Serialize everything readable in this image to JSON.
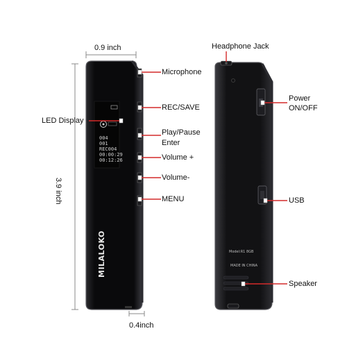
{
  "dimensions": {
    "width": "0.9 inch",
    "height": "3.9 inch",
    "depth": "0.4inch"
  },
  "callouts": {
    "microphone": "Microphone",
    "rec_save": "REC/SAVE",
    "led_display": "LED Display",
    "play_pause_enter": [
      "Play/Pause",
      "Enter"
    ],
    "volume_up": "Volume +",
    "volume_down": "Volume-",
    "menu": "MENU",
    "headphone_jack": "Headphone Jack",
    "power": [
      "Power",
      "ON/OFF"
    ],
    "usb": "USB",
    "speaker": "Speaker"
  },
  "device_front": {
    "brand": "MILALOKO",
    "screen_lines": [
      "004",
      "001",
      "REC004",
      "00:00:29",
      "00:12:26"
    ]
  },
  "device_back": {
    "model_text": "Model:R1  8GB",
    "origin_text": "MADE IN CHINA"
  },
  "colors": {
    "device_body": "#0c0c0e",
    "device_edge": "#5a5a60",
    "callout_line": "#d42a2a",
    "dimension_line": "#8a8a8a"
  }
}
